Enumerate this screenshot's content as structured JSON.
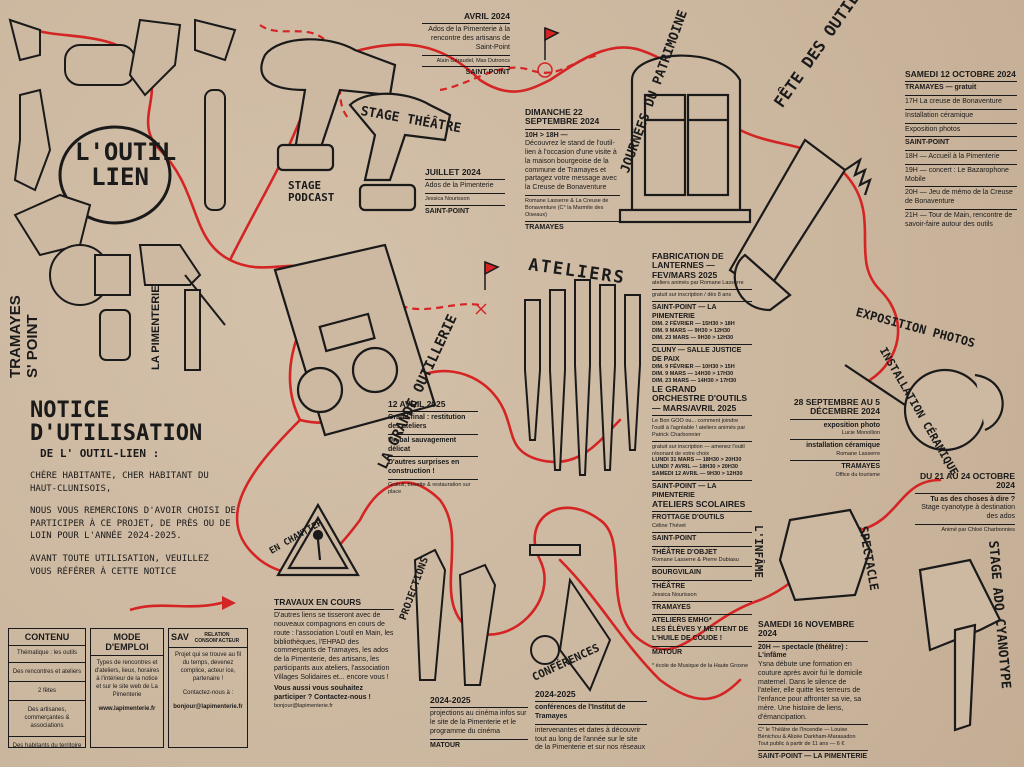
{
  "title": {
    "line1": "L'OUTIL",
    "line2": "LIEN"
  },
  "location": {
    "line1": "TRAMAYES",
    "line2": "S' POINT"
  },
  "brand_vertical": "LA PIMENTERIE",
  "notice": {
    "title_line1": "NOTICE",
    "title_line2": "D'UTILISATION",
    "subtitle": "DE L' OUTIL-LIEN :",
    "p1": "CHÈRE HABITANTE, CHER HABITANT DU HAUT-CLUNISOIS,",
    "p2": "NOUS VOUS REMERCIONS D'AVOIR CHOISI DE PARTICIPER À CE PROJET, DE PRÈS OU DE LOIN POUR L'ANNÉE 2024-2025.",
    "p3": "AVANT TOUTE UTILISATION, VEUILLEZ VOUS RÉFÉRER À CETTE NOTICE"
  },
  "table": {
    "contenu": {
      "header": "CONTENU",
      "c1": "Thématique : les outils",
      "c2": "Des rencontres et ateliers",
      "c3": "2 fêtes",
      "c4": "Des artisanes, commerçantes & associations",
      "c5": "Des habitants du territoire"
    },
    "mode": {
      "header": "MODE D'EMPLOI",
      "text": "Types de rencontres et d'ateliers, lieux, horaires à l'intérieur de la notice et sur le site web de La Pimenterie",
      "url": "www.lapimenterie.fr"
    },
    "sav": {
      "header": "SAV",
      "header2": "RELATION CONSOM'ACTEUR",
      "text": "Projet qui se trouve au fil du temps, devenez complice, acteur ice, partenaire !",
      "contact_label": "Contactez-nous à :",
      "email": "bonjour@lapimenterie.fr"
    }
  },
  "avril2024": {
    "date": "AVRIL 2024",
    "text": "Ados de la Pimenterie à la rencontre des artisans de Saint-Point",
    "names": "Alain Géraudel, Max Dutroncs",
    "place": "SAINT-POINT"
  },
  "stage_theatre": "STAGE THÉÂTRE",
  "stage_podcast": "STAGE PODCAST",
  "juillet2024": {
    "date": "JUILLET 2024",
    "text": "Ados de la Pimenterie",
    "names": "Jessica Nourisson",
    "place": "SAINT-POINT"
  },
  "patrimoine": "JOURNÉES DU PATRIMOINE",
  "dimanche": {
    "date": "DIMANCHE 22 SEPTEMBRE 2024",
    "time": "10H > 18H —",
    "text": "Découvrez le stand de l'outil-lien à l'occasion d'une visite à la maison bourgeoise de la commune de Tramayes et partagez votre message avec la Creuse de Bonaventure",
    "names": "Romane Lasserre & La Creuse de Bonaventure (C° la Marmite des Oiseaux)",
    "place": "TRAMAYES"
  },
  "fete": "FÊTE DES OUTILS",
  "samedi12": {
    "date": "SAMEDI 12 OCTOBRE 2024",
    "place": "TRAMAYES — gratuit",
    "l1": "17H La creuse de Bonaventure",
    "l2": "Installation céramique",
    "l3": "Exposition photos",
    "l4": "SAINT-POINT",
    "l5": "18H — Accueil à la Pimenterie",
    "l6": "19H — concert : Le Bazarophone Mobile",
    "l7": "20H — Jeu de mémo de la Creuse de Bonaventure",
    "l8": "21H — Tour de Main, rencontre de savoir-faire autour des outils"
  },
  "grande_outillerie": "LA GRANDE OUTILLERIE",
  "avril2025": {
    "date": "12 AVRIL 2025",
    "l1": "Grand final : restitution des ateliers",
    "l2": "Un bal sauvagement délicat",
    "l3": "D'autres surprises en construction !",
    "names": "Gratuit, buvette & restauration sur place"
  },
  "ateliers_title": "ATELIERS",
  "lanternes": {
    "title": "FABRICATION DE LANTERNES — FEV/MARS 2025",
    "sub": "ateliers animés par Romane Lasserre",
    "note": "gratuit sur inscription / dès 8 ans",
    "p1": "SAINT-POINT — la Pimenterie",
    "d1": "DIM. 2 FÉVRIER — 15H30 > 18H",
    "d2": "DIM. 9 MARS — 9H30 > 12H30",
    "d3": "DIM. 23 MARS — 9H30 > 12H30",
    "p2": "CLUNY — salle Justice de Paix",
    "d4": "DIM. 9 FÉVRIER — 10H30 > 15H",
    "d5": "DIM. 9 MARS — 14H30 > 17H30",
    "d6": "DIM. 23 MARS — 14H30 > 17H30"
  },
  "orchestre": {
    "title": "LE GRAND ORCHESTRE D'OUTILS — MARS/AVRIL 2025",
    "text": "Le Bon GOO ou... comment joindre l'outil à l'agréable ! ateliers animés par Patrick Charbonnier",
    "note": "gratuit sur inscription — amenez l'outil résonant de votre choix",
    "d1": "LUNDI 31 MARS — 18H30 > 20H30",
    "d2": "LUNDI 7 AVRIL — 18H30 > 20H30",
    "d3": "SAMEDI 12 AVRIL — 9H30 > 12H30",
    "place": "SAINT-POINT — la Pimenterie"
  },
  "scolaires": {
    "title": "ATELIERS SCOLAIRES",
    "f1": "FROTTAGE D'OUTILS",
    "f1n": "Céline Thévet",
    "f1p": "SAINT-POINT",
    "f2": "THÉÂTRE D'OBJET",
    "f2n": "Romane Lasserre & Pierre Dubiasu",
    "f2p": "BOURGVILAIN",
    "f3": "THÉÂTRE",
    "f3n": "Jessica Nourisson",
    "f3p": "TRAMAYES",
    "f4": "ATELIERS EMHG*",
    "f5": "LES ÉLÈVES Y METTENT DE L'HUILE DE COUDE !",
    "f5p": "MATOUR",
    "foot": "* école de Musique de la Haute Grosne"
  },
  "expo_title": "EXPOSITION PHOTOS",
  "install_title": "INSTALLATION CÉRAMIQUE",
  "sept": {
    "date": "28 SEPTEMBRE AU 5 DÉCEMBRE 2024",
    "l1": "exposition photo",
    "l1n": "Lucie Monollion",
    "l2": "installation céramique",
    "l2n": "Romane Lasserre",
    "place": "TRAMAYES",
    "placen": "Office du tourisme"
  },
  "oct21": {
    "date": "DU 21 AU 24 OCTOBRE 2024",
    "l1": "Tu as des choses à dire ?",
    "l2": "Stage cyanotype à destination des ados",
    "names": "Animé par Chloé Charbonnies"
  },
  "cyanotype": "STAGE ADO CYANOTYPE",
  "spectacle": "SPECTACLE",
  "linfame": "L'INFÂME",
  "chantier": "EN CHANTIER",
  "travaux": {
    "title": "TRAVAUX EN COURS",
    "text": "D'autres liens se tisseront avec de nouveaux compagnons en cours de route : l'association L'outil en Main, les bibliothèques, l'EHPAD des commerçants de Tramayes, les ados de la Pimenterie, des artisans, les participants aux ateliers, l'association Villages Solidaires et... encore vous !",
    "q": "Vous aussi vous souhaitez participer ? Contactez-nous !",
    "email": "bonjour@lapimenterie.fr"
  },
  "projections": "PROJECTIONS",
  "proj2025": {
    "date": "2024-2025",
    "text": "projections au cinéma infos sur le site de la Pimenterie et le programme du cinéma",
    "place": "MATOUR"
  },
  "conferences": "CONFÉRENCES",
  "conf2025": {
    "date": "2024-2025",
    "text": "conférences de l'Institut de Tramayes",
    "body": "intervenantes et dates à découvrir tout au long de l'année sur le site de la Pimenterie et sur nos réseaux"
  },
  "samedi16": {
    "date": "SAMEDI 16 NOVEMBRE 2024",
    "l1": "20H — spectacle (théâtre) : L'infâme",
    "text": "Ysna débute une formation en couture après avoir fui le domicile maternel. Dans le silence de l'atelier, elle quitte les terreurs de l'enfance pour affronter sa vie, sa mère. Une histoire de liens, d'émancipation.",
    "names": "C° le Théâtre de l'Incendie — Louise Bénichou & Alizée Darkham-Marasadon",
    "price": "Tout public à partir de 11 ans — 6 €",
    "place": "SAINT-POINT — la Pimenterie"
  },
  "colors": {
    "paper": "#cdb9a2",
    "ink": "#1a1a1a",
    "red": "#d42424"
  }
}
